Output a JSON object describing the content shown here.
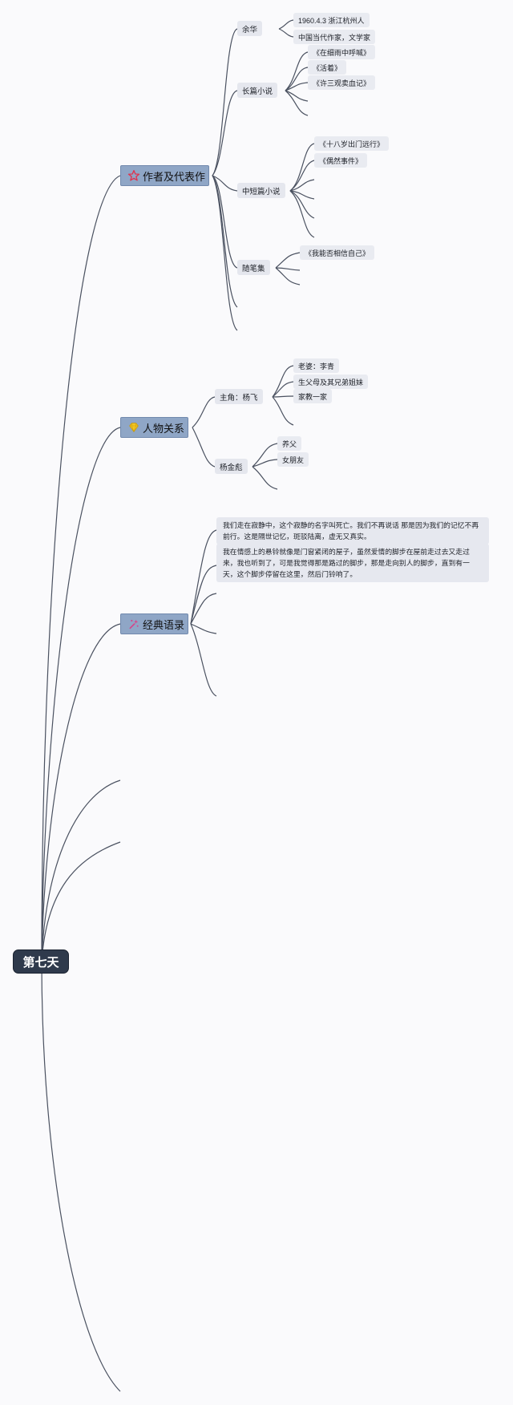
{
  "root": {
    "label": "第七天"
  },
  "branches": {
    "works": {
      "label": "作者及代表作",
      "icon": "star-icon",
      "author": {
        "label": "余华",
        "items": [
          "1960.4.3 浙江杭州人",
          "中国当代作家，文学家"
        ]
      },
      "novels": {
        "label": "长篇小说",
        "items": [
          "《在细雨中呼喊》",
          "《活着》",
          "《许三观卖血记》"
        ]
      },
      "novellas": {
        "label": "中短篇小说",
        "items": [
          "《十八岁出门远行》",
          "《偶然事件》"
        ]
      },
      "essays": {
        "label": "随笔集",
        "items": [
          "《我能否相信自己》"
        ]
      }
    },
    "characters": {
      "label": "人物关系",
      "icon": "diamond-icon",
      "protagonist": {
        "label": "主角：杨飞",
        "items": [
          "老婆：李青",
          "生父母及其兄弟姐妹",
          "家教一家"
        ]
      },
      "yang": {
        "label": "杨金彪",
        "items": [
          "养父",
          "女朋友"
        ]
      }
    },
    "quotes": {
      "label": "经典语录",
      "icon": "sparkle-icon",
      "items": [
        "我们走在寂静中，这个寂静的名字叫死亡。我们不再说话 那是因为我们的记忆不再前行。这是隔世记忆，斑驳陆离，虚无又真实。",
        "我在情感上的悬铃就像是门窗紧闭的屋子，虽然爱情的脚步在屋前走过去又走过来，我也听到了，可是我觉得那是路过的脚步，那是走向别人的脚步，直到有一天，这个脚步停留在这里，然后门铃响了。"
      ]
    }
  },
  "colors": {
    "root_bg": "#2f3a4c",
    "main_bg": "#8fa6c6",
    "sub_bg": "#e5e7ee",
    "line": "#4a5160",
    "star": "#e0334e",
    "diamond": "#f3c623",
    "sparkle": "#d6458a"
  }
}
